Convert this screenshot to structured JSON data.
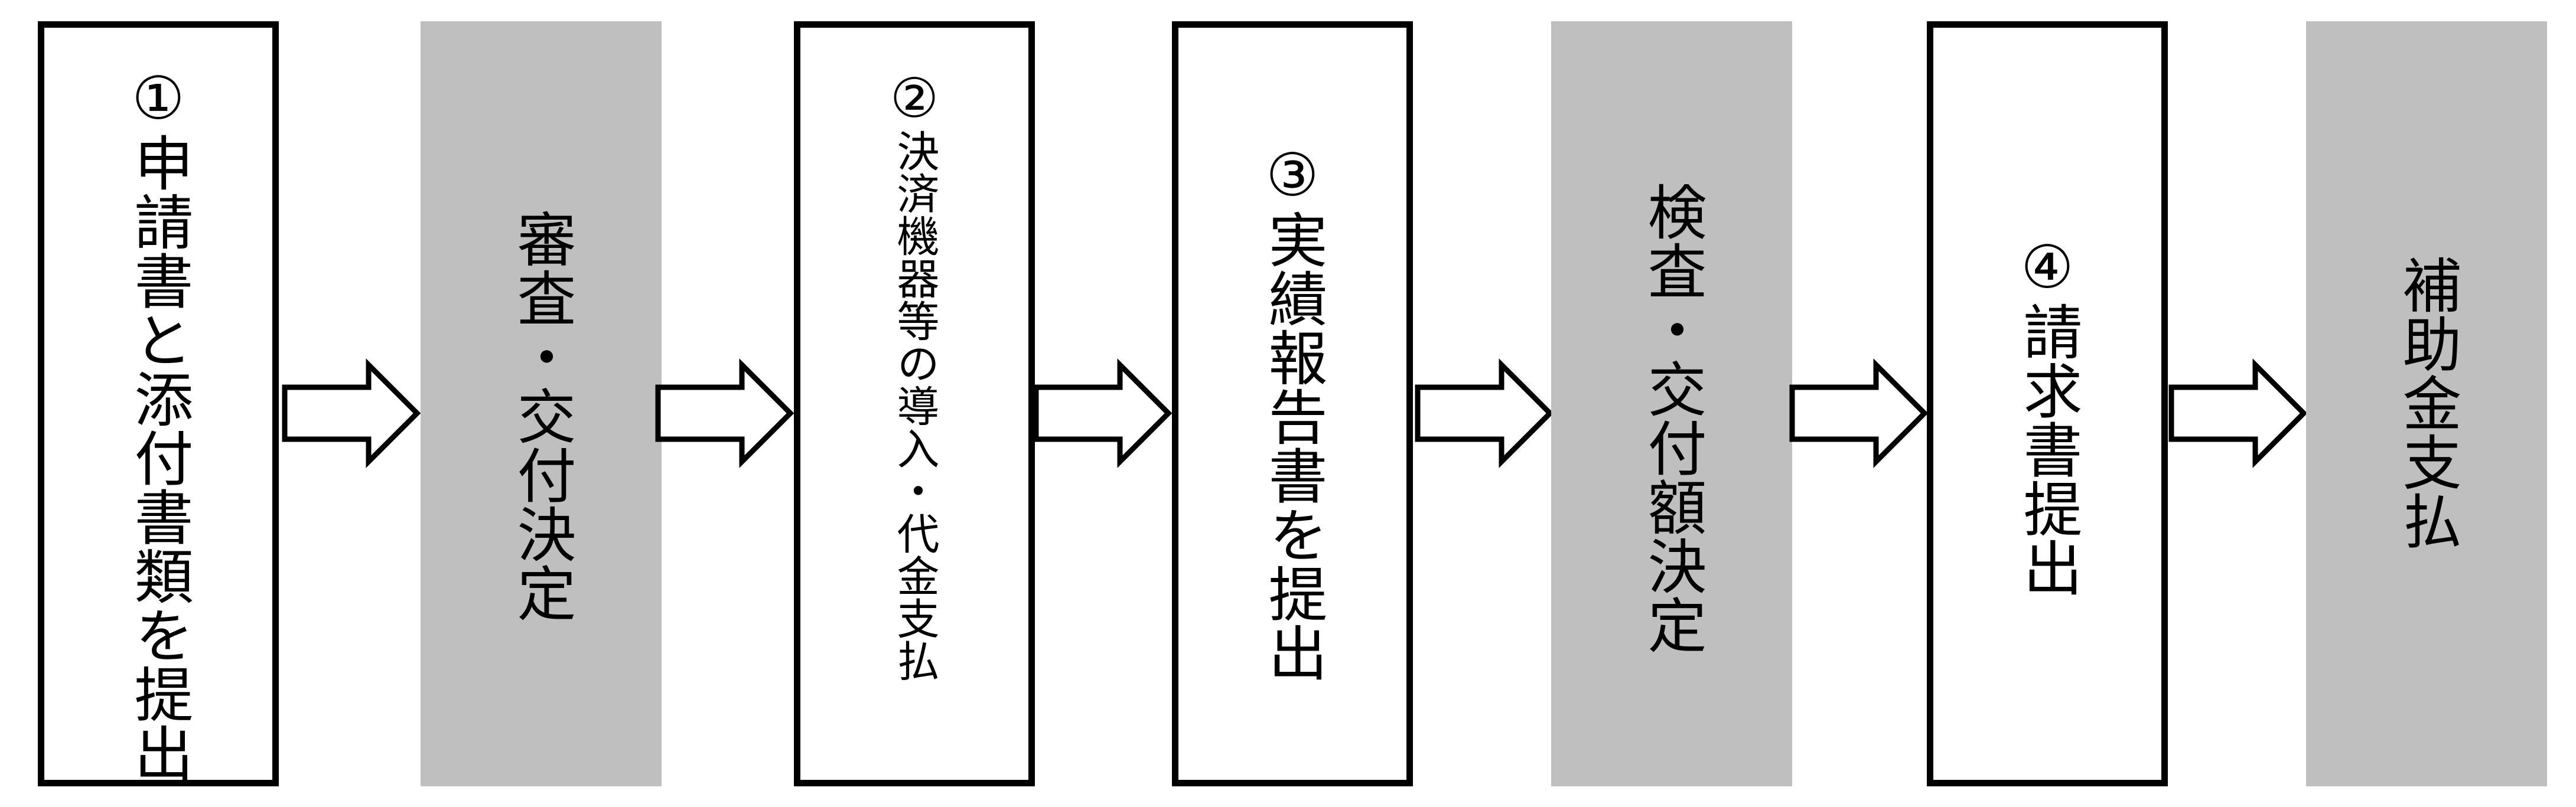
{
  "steps": [
    {
      "number": "①",
      "label": "申請書と添付書類を提出",
      "owner": "applicant"
    },
    {
      "number": "",
      "label": "審査・交付決定",
      "owner": "office"
    },
    {
      "number": "②",
      "label": "決済機器等の導入・代金支払",
      "owner": "applicant"
    },
    {
      "number": "③",
      "label": "実績報告書を提出",
      "owner": "applicant"
    },
    {
      "number": "",
      "label": "検査・交付額決定",
      "owner": "office"
    },
    {
      "number": "④",
      "label": "請求書提出",
      "owner": "applicant"
    },
    {
      "number": "",
      "label": "補助金支払",
      "owner": "office"
    }
  ],
  "colors": {
    "applicant_fill": "#ffffff",
    "applicant_border": "#000000",
    "office_fill": "#bfbfbf",
    "arrow_fill": "#ffffff",
    "arrow_stroke": "#000000"
  }
}
